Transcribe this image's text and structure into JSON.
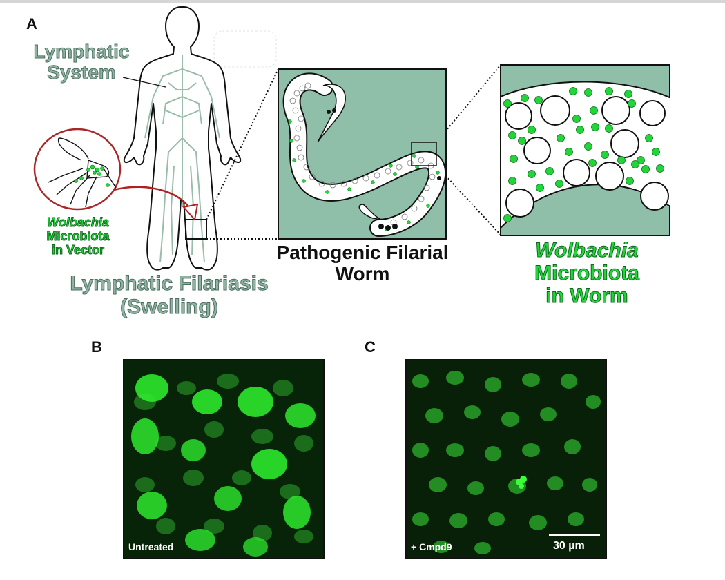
{
  "panel_a": {
    "letter": "A",
    "lymphatic_line1": "Lymphatic",
    "lymphatic_line2": "System",
    "disease_line1": "Lymphatic Filariasis",
    "disease_line2": "(Swelling)",
    "vector_line1": "Wolbachia",
    "vector_line2": "Microbiota",
    "vector_line3": "in Vector",
    "worm_line1": "Pathogenic Filarial",
    "worm_line2": "Worm",
    "worm_micro_line1": "Wolbachia",
    "worm_micro_line2": "Microbiota",
    "worm_micro_line3": "in Worm"
  },
  "panel_b": {
    "letter": "B",
    "condition": "Untreated"
  },
  "panel_c": {
    "letter": "C",
    "condition": "+ Cmpd9",
    "scale": "30 µm"
  },
  "colors": {
    "worm_bg": "#8fbfa9",
    "wolbachia_green": "#22d63a",
    "outline_gray": "#8fb3a2"
  }
}
